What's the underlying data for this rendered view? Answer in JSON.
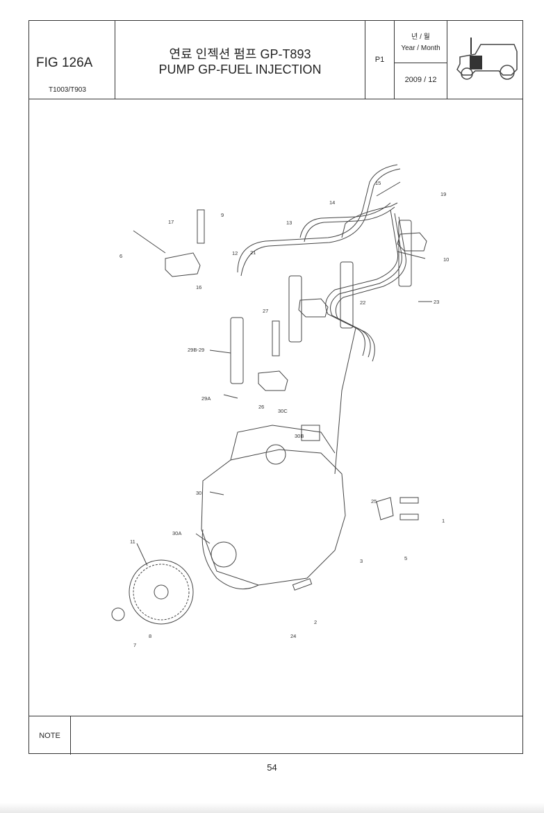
{
  "header": {
    "fig_label": "FIG 126A",
    "model": "T1003/T903",
    "title_ko": "연료 인젝션 펌프 GP-T893",
    "title_en": "PUMP GP-FUEL INJECTION",
    "page_code": "P1",
    "year_month_ko": "년 / 월",
    "year_month_en": "Year / Month",
    "date": "2009  / 12",
    "thumbnail_icon": "tractor-icon"
  },
  "callouts": [
    "1",
    "2",
    "3",
    "5",
    "6",
    "7",
    "8",
    "9",
    "10",
    "11",
    "12",
    "13",
    "14",
    "15",
    "16",
    "17",
    "19",
    "21",
    "22",
    "23",
    "24",
    "25",
    "26",
    "27",
    "29B-29",
    "29A",
    "30",
    "30A",
    "30B",
    "30C"
  ],
  "note_label": "NOTE",
  "page_number": "54"
}
